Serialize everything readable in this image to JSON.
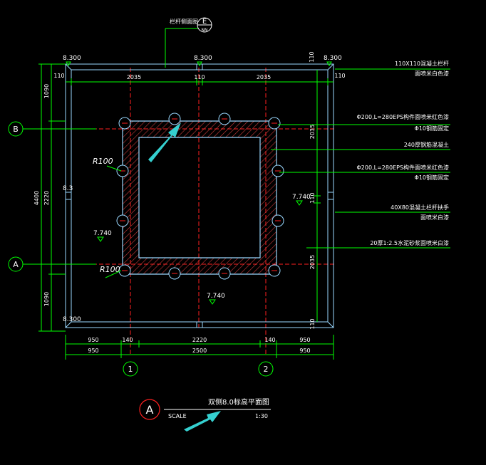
{
  "drawing": {
    "title": "双侧8.0标高平面图",
    "scale_label": "SCALE",
    "scale_value": "1:30",
    "view_mark": "A",
    "section_mark_top": "E",
    "section_mark_bottom": "NN",
    "section_title": "栏杆侧面图"
  },
  "elevations": {
    "top_left": "8.300",
    "top_mid": "8.300",
    "top_right": "8.300",
    "left_mid": "8.3",
    "bottom_left": "8.300",
    "floor_left": "7.740",
    "floor_right": "7.740",
    "floor_bottom": "7.740"
  },
  "radii": {
    "top": "R100",
    "bottom": "R100"
  },
  "axes": {
    "b": "B",
    "a": "A",
    "one": "1",
    "two": "2"
  },
  "dims_top": {
    "left_edge": "110",
    "left_span": "2035",
    "mid": "110",
    "right_span": "2035",
    "right_edge": "110",
    "right_edge2": "110"
  },
  "dims_left": {
    "top": "1090",
    "mid": "2220",
    "bottom": "1090",
    "total": "4400"
  },
  "dims_right": {
    "top": "2035",
    "mid": "110",
    "bottom": "2035",
    "edge_bottom": "110"
  },
  "dims_bottom_row1": {
    "a": "950",
    "b": "140",
    "c": "2220",
    "d": "140",
    "e": "950"
  },
  "dims_bottom_row2": {
    "a": "950",
    "b": "2500",
    "c": "950"
  },
  "notes": [
    {
      "line1": "110X110混凝土栏杆",
      "line2": "面喷米白色漆"
    },
    {
      "line1": "Φ200,L=280EPS构件面喷米红色漆",
      "line2": "Φ10钢筋固定"
    },
    {
      "line1": "240厚钢筋混凝土",
      "line2": ""
    },
    {
      "line1": "Φ200,L=280EPS构件面喷米红色漆",
      "line2": "Φ10钢筋固定"
    },
    {
      "line1": "40X80混凝土栏杆扶手",
      "line2": "面喷米白漆"
    },
    {
      "line1": "20厚1:2.5水泥砂浆面喷米白漆",
      "line2": ""
    }
  ],
  "colors": {
    "background": "#000000",
    "dim_green": "#00ff00",
    "axis_red": "#ff2020",
    "wall_cyan": "#9ad8ff",
    "hatch": "#d03030",
    "text_white": "#ffffff",
    "pointer": "#35d0d0"
  }
}
